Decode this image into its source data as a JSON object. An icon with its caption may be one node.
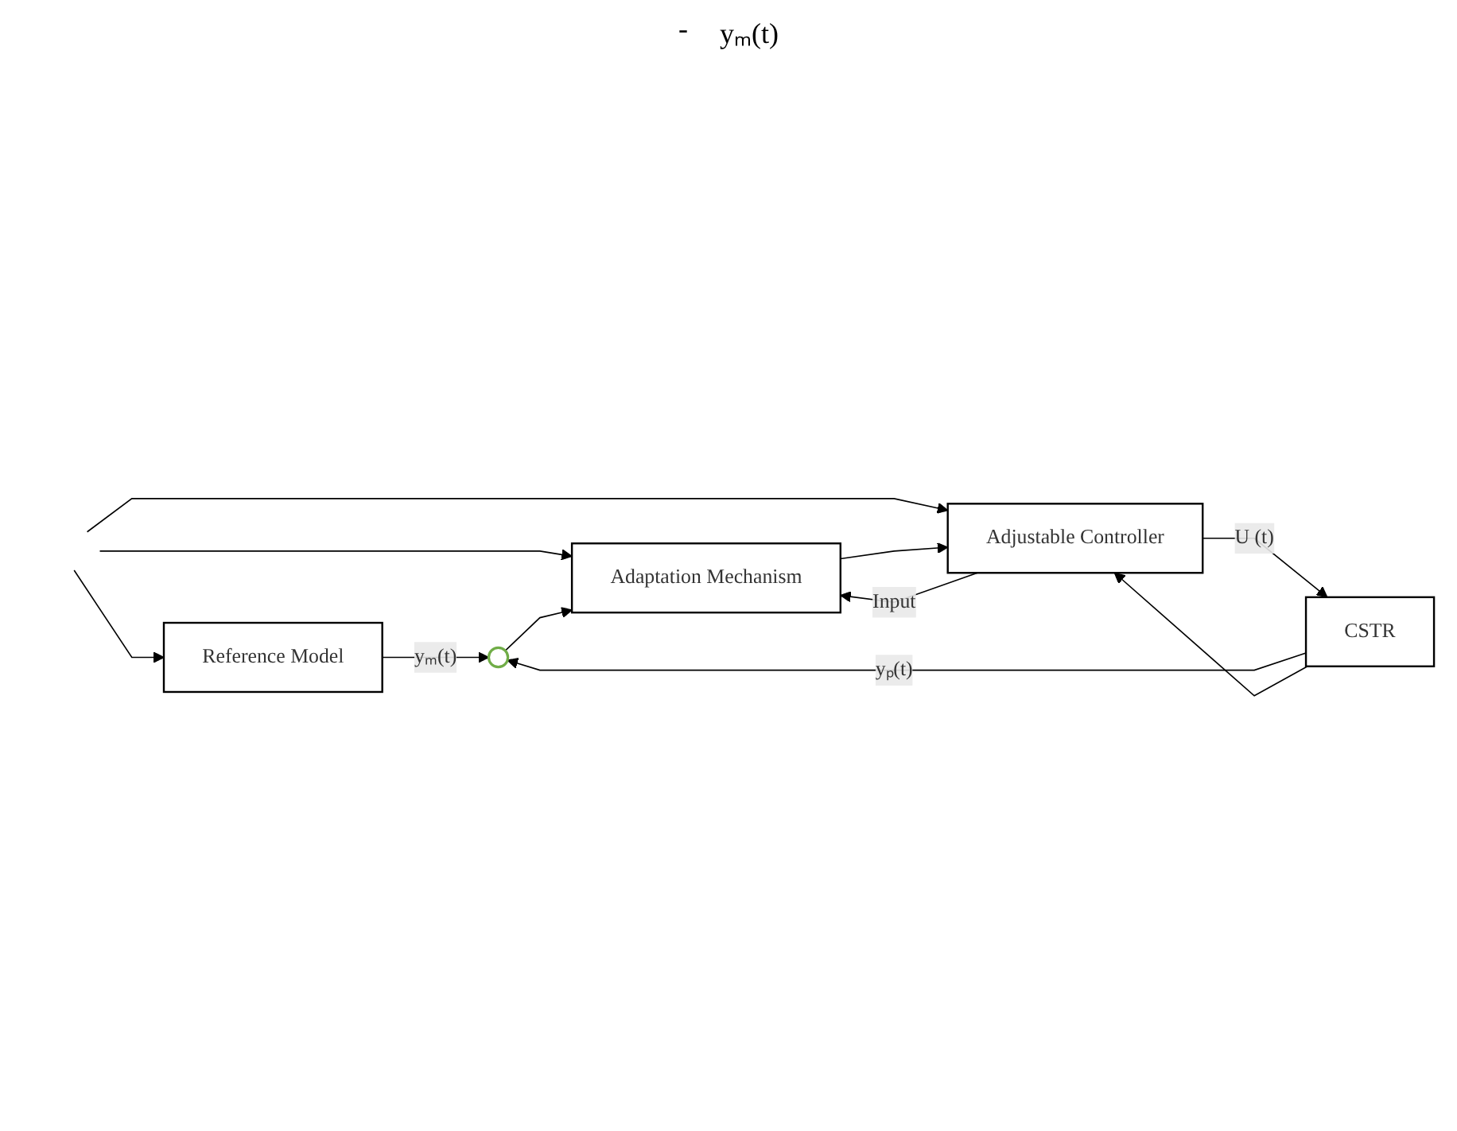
{
  "diagram": {
    "nodes": [
      {
        "text": [
          "Reference Model"
        ]
      },
      {
        "text": [
          "Adaptation Mechanism"
        ]
      },
      {
        "text": [],
        "shape": "circle"
      },
      {
        "text": [
          "Adjustable Controller"
        ]
      },
      {
        "text": [
          "CSTR"
        ]
      }
    ],
    "edges": [
      {
        "from": null,
        "to": 0,
        "arrow": "to"
      },
      {
        "from": null,
        "to": 1,
        "arrow": "to"
      },
      {
        "from": null,
        "to": 3,
        "arrow": "to"
      },
      {
        "from": 0,
        "to": 2,
        "arrow": "to",
        "label": "yₘ(t)"
      },
      {
        "from": 2,
        "to": 1,
        "arrow": "to"
      },
      {
        "from": 1,
        "to": 3,
        "arrow": "to"
      },
      {
        "from": 3,
        "to": 4,
        "arrow": "to",
        "label": "U (t)"
      },
      {
        "from": 3,
        "to": 1,
        "arrow": "to",
        "label": "Input"
      },
      {
        "from": 4,
        "to": 2,
        "arrow": "to",
        "label": "yₚ(t)"
      },
      {
        "from": 4,
        "to": 3,
        "arrow": "to"
      }
    ],
    "labels": [
      "-",
      "yₘ(t)"
    ]
  }
}
